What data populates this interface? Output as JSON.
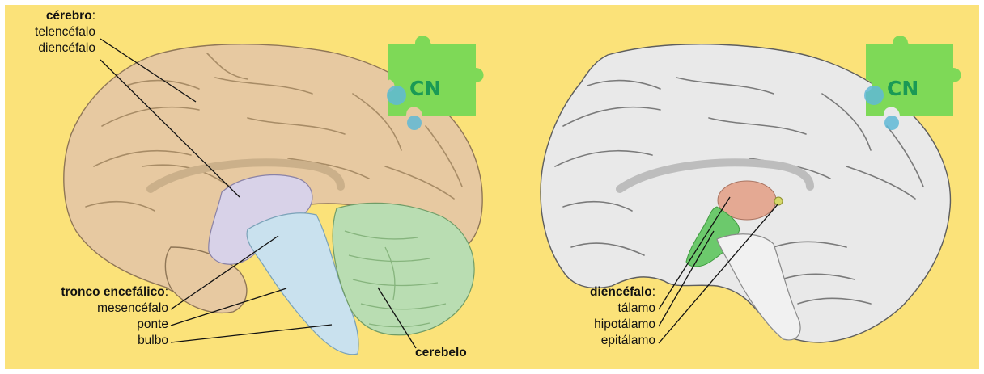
{
  "colors": {
    "background": "#fbe279",
    "cerebrum": "#e7c9a1",
    "diencephalon_left": "#d8d2e8",
    "brainstem": "#c9e1ee",
    "cerebellum": "#b9ddb2",
    "thalamus": "#e4a993",
    "hypothalamus": "#6cc96c",
    "epithalamus": "#d6d86a",
    "gray_brain": "#e9e9e9",
    "logo_green": "#7ed957",
    "logo_text": "#1a9a55",
    "logo_blue": "#5fb8d6"
  },
  "left_panel": {
    "cerebrum_group": {
      "title": "cérebro",
      "colon": ":",
      "items": [
        "telencéfalo",
        "diencéfalo"
      ]
    },
    "brainstem_group": {
      "title": "tronco encefálico",
      "colon": ":",
      "items": [
        "mesencéfalo",
        "ponte",
        "bulbo"
      ]
    },
    "cerebellum_label": "cerebelo",
    "logo": "CN"
  },
  "right_panel": {
    "diencephalon_group": {
      "title": "diencéfalo",
      "colon": ":",
      "items": [
        "tálamo",
        "hipotálamo",
        "epitálamo"
      ]
    },
    "logo": "CN"
  }
}
